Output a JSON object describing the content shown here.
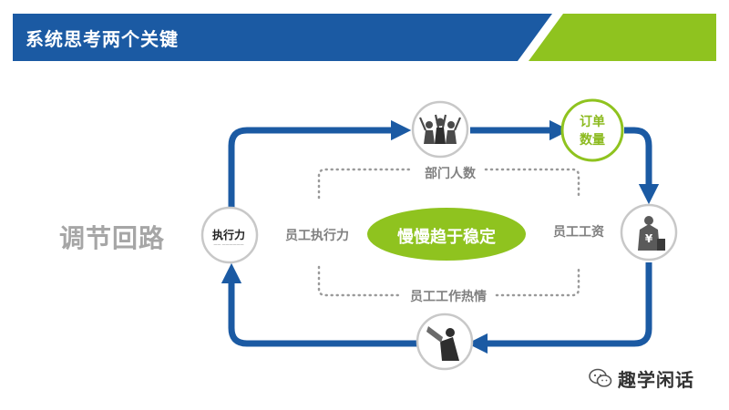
{
  "header": {
    "title": "系统思考两个关键",
    "colors": {
      "bar": "#1b5aa3",
      "accent": "#8fc31f"
    }
  },
  "diagram": {
    "loop_title": "调节回路",
    "center": "慢慢趋于稳定",
    "nodes": {
      "order_quantity": "订单\n数量",
      "department_headcount": "部门人数",
      "employee_wage": "员工工资",
      "employee_workload": "员工工作热情",
      "employee_execution": "员工执行力"
    },
    "logo": {
      "text": "执行力"
    },
    "colors": {
      "arrow": "#1b5aa3",
      "center": "#8fc31f",
      "node_border": "#c8c8c8",
      "dots": "#9a9a9a"
    },
    "icons": [
      "team-cheering-icon",
      "coins-icon",
      "boss-megaphone-icon",
      "execution-logo-icon"
    ]
  },
  "watermark": {
    "text": "趣学闲话",
    "icon": "wechat-icon"
  }
}
